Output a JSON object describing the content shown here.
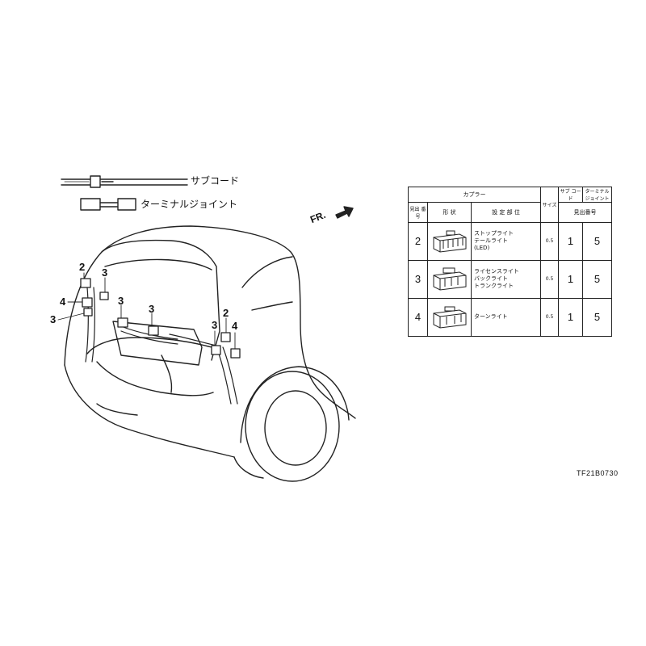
{
  "legend": {
    "sub_cord_label": "サブコード",
    "terminal_joint_label": "ターミナルジョイント"
  },
  "direction_label": "FR.",
  "callouts": {
    "left_2": "2",
    "left_3_top": "3",
    "left_4": "4",
    "left_3_bottom": "3",
    "center_3_left": "3",
    "center_3_right": "3",
    "right_2": "2",
    "right_3": "3",
    "right_4": "4"
  },
  "table": {
    "coupler_header": "カプラー",
    "size_header": "サイズ",
    "sub_cord_header": "サブ コード",
    "terminal_joint_header": "ターミナル ジョイント",
    "ref_no_header": "見出 番号",
    "shape_header": "形 状",
    "location_header": "設 定 部 位",
    "ref_no_span_header": "見出番号",
    "rows": [
      {
        "ref": "2",
        "locations": [
          "ストップライト",
          "テールライト",
          "(LED)"
        ],
        "size": "0.5",
        "sub_cord": "1",
        "terminal_joint": "5"
      },
      {
        "ref": "3",
        "locations": [
          "ライセンスライト",
          "バックライト",
          "トランクライト"
        ],
        "size": "0.5",
        "sub_cord": "1",
        "terminal_joint": "5"
      },
      {
        "ref": "4",
        "locations": [
          "ターンライト"
        ],
        "size": "0.5",
        "sub_cord": "1",
        "terminal_joint": "5"
      }
    ]
  },
  "reference_code": "TF21B0730"
}
